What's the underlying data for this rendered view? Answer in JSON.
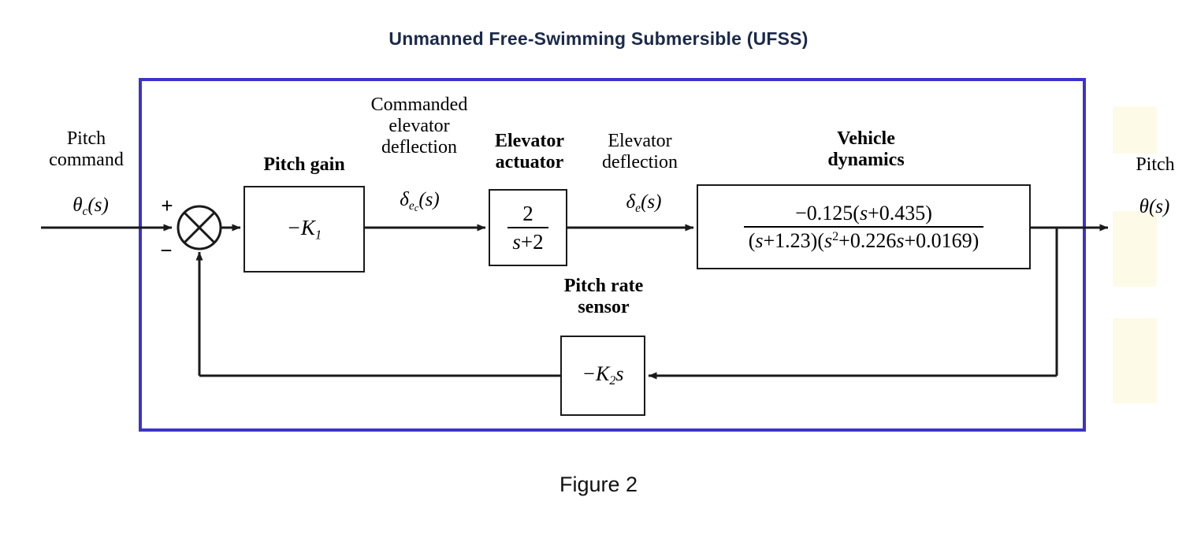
{
  "figure": {
    "title": "Unmanned Free-Swimming Submersible (UFSS)",
    "caption": "Figure 2",
    "frame_color": "#3b33cc",
    "line_color": "#1a1a1a"
  },
  "input": {
    "label_line1": "Pitch",
    "label_line2": "command",
    "signal": "θ",
    "signal_sub": "c",
    "signal_tail": "(s)",
    "plus_sign": "+",
    "minus_sign": "−"
  },
  "blocks": {
    "pitch_gain": {
      "title": "Pitch gain",
      "body_prefix": "−K",
      "body_sub": "1"
    },
    "elevator_actuator": {
      "title_line1": "Elevator",
      "title_line2": "actuator",
      "numerator": "2",
      "denominator_var": "s",
      "denominator_rest": "+2"
    },
    "vehicle_dynamics": {
      "title_line1": "Vehicle",
      "title_line2": "dynamics",
      "numerator_lead": "−0.125(",
      "numerator_var": "s",
      "numerator_tail": "+0.435)",
      "den_p1_open": "(",
      "den_p1_var": "s",
      "den_p1_tail": "+1.23)(",
      "den_p2_var": "s",
      "den_p2_sup": "2",
      "den_p2_mid": "+0.226",
      "den_p2_var2": "s",
      "den_p2_tail": "+0.0169)"
    },
    "pitch_rate_sensor": {
      "title_line1": "Pitch rate",
      "title_line2": "sensor",
      "body_prefix": "−K",
      "body_sub": "2",
      "body_tail": "s"
    }
  },
  "signals": {
    "commanded_elevator_deflection": {
      "line1": "Commanded",
      "line2": "elevator",
      "line3": "deflection",
      "symbol": "δ",
      "symbol_sub": "e",
      "symbol_subsub": "c",
      "symbol_tail": "(s)"
    },
    "elevator_deflection": {
      "line1": "Elevator",
      "line2": "deflection",
      "symbol": "δ",
      "symbol_sub": "e",
      "symbol_tail": "(s)"
    }
  },
  "output": {
    "label": "Pitch",
    "signal": "θ",
    "signal_tail": "(s)"
  }
}
